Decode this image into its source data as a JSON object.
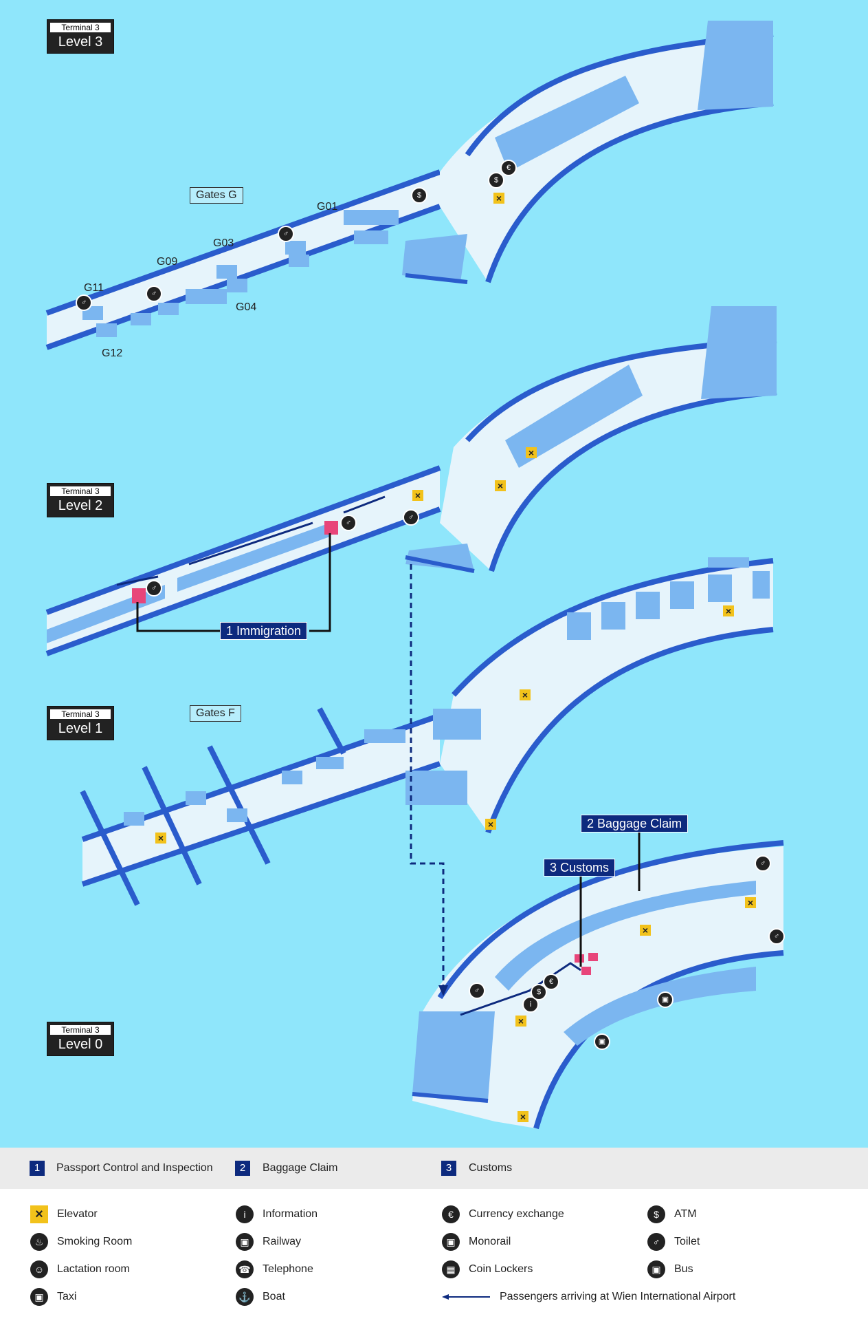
{
  "levels": [
    {
      "terminal": "Terminal 3",
      "level": "Level 3"
    },
    {
      "terminal": "Terminal 3",
      "level": "Level 2"
    },
    {
      "terminal": "Terminal 3",
      "level": "Level 1"
    },
    {
      "terminal": "Terminal 3",
      "level": "Level 0"
    }
  ],
  "gates": {
    "g": "Gates G",
    "f": "Gates F"
  },
  "gate_labels": [
    "G01",
    "G03",
    "G09",
    "G04",
    "G11",
    "G12"
  ],
  "callouts": {
    "immigration": "1 Immigration",
    "baggage": "2 Baggage Claim",
    "customs": "3 Customs"
  },
  "legend_numbered": [
    {
      "num": "1",
      "label": "Passport Control and Inspection"
    },
    {
      "num": "2",
      "label": "Baggage Claim"
    },
    {
      "num": "3",
      "label": "Customs"
    }
  ],
  "legend_icons": [
    {
      "icon": "elevator-icon",
      "label": "Elevator"
    },
    {
      "icon": "information-icon",
      "label": "Information"
    },
    {
      "icon": "currency-exchange-icon",
      "label": "Currency exchange"
    },
    {
      "icon": "atm-icon",
      "label": "ATM"
    },
    {
      "icon": "smoking-room-icon",
      "label": "Smoking Room"
    },
    {
      "icon": "railway-icon",
      "label": "Railway"
    },
    {
      "icon": "monorail-icon",
      "label": "Monorail"
    },
    {
      "icon": "toilet-icon",
      "label": "Toilet"
    },
    {
      "icon": "lactation-room-icon",
      "label": "Lactation room"
    },
    {
      "icon": "telephone-icon",
      "label": "Telephone"
    },
    {
      "icon": "coin-lockers-icon",
      "label": "Coin Lockers"
    },
    {
      "icon": "bus-icon",
      "label": "Bus"
    },
    {
      "icon": "taxi-icon",
      "label": "Taxi"
    },
    {
      "icon": "boat-icon",
      "label": "Boat"
    }
  ],
  "legend_arrow_label": "Passengers arriving at Wien International Airport",
  "colors": {
    "background": "#8fe6fb",
    "floor": "#e6f4fb",
    "building": "#7bb6f0",
    "edge": "#2a5ccc",
    "accent": "#0d2a7e",
    "elevator": "#f2c21b",
    "immigration": "#e8457a"
  }
}
